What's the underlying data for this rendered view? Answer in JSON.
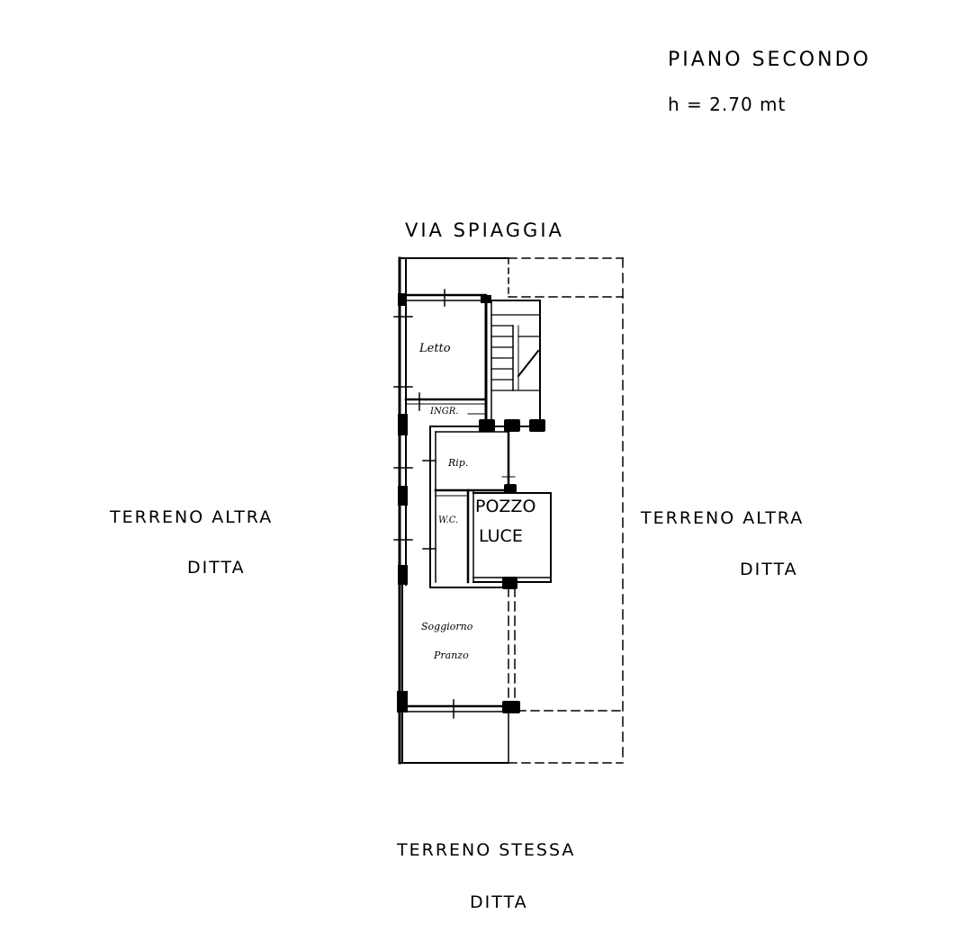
{
  "header": {
    "title": "PIANO SECONDO",
    "height_label": "h = 2.70 mt"
  },
  "street": "VIA SPIAGGIA",
  "surroundings": {
    "west_line1": "TERRENO ALTRA",
    "west_line2": "DITTA",
    "east_line1": "TERRENO ALTRA",
    "east_line2": "DITTA",
    "south_line1": "TERRENO STESSA",
    "south_line2": "DITTA"
  },
  "rooms": {
    "bedroom": "Letto",
    "entrance": "INGR.",
    "storage": "Rip.",
    "wc": "W.C.",
    "living": "Soggiorno",
    "dining": "Pranzo",
    "lightwell_line1": "POZZO",
    "lightwell_line2": "LUCE"
  }
}
